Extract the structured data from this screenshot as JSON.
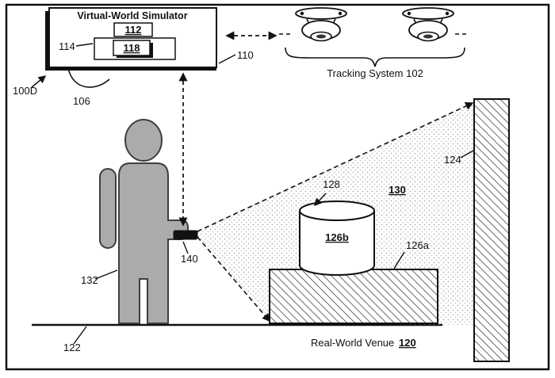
{
  "figure": {
    "label_100d": "100D",
    "simulator": {
      "title": "Virtual-World Simulator",
      "ref_112": "112",
      "ref_114": "114",
      "ref_118": "118",
      "ref_110": "110",
      "ref_106": "106"
    },
    "tracking_system": {
      "label": "Tracking System 102"
    },
    "venue": {
      "name": "Real-World Venue",
      "ref": "120"
    },
    "labels": {
      "ref_122": "122",
      "ref_124": "124",
      "ref_126a": "126a",
      "ref_126b": "126b",
      "ref_128": "128",
      "ref_130": "130",
      "ref_132": "132",
      "ref_140": "140"
    },
    "colors": {
      "line": "#111111",
      "person_fill": "#ababab",
      "stipple": "#b8b8b8"
    }
  }
}
